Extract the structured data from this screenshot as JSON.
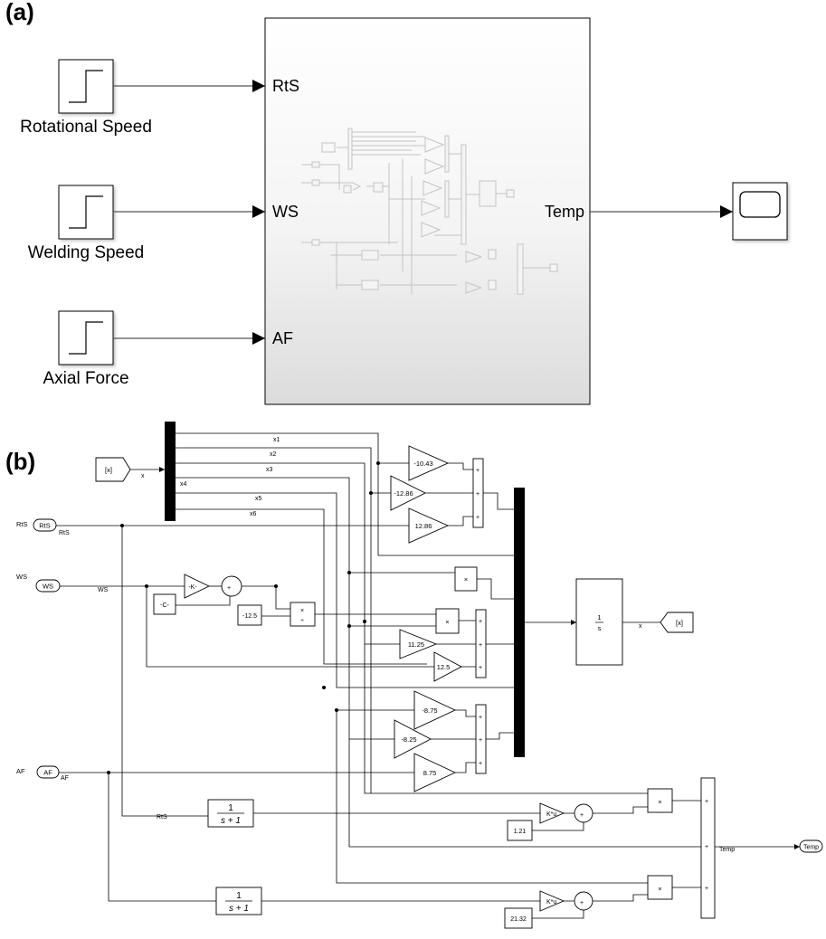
{
  "panels": {
    "a": "(a)",
    "b": "(b)"
  },
  "panel_a": {
    "inputs": [
      "Rotational Speed",
      "Welding Speed",
      "Axial Force"
    ],
    "subsystem_ports": [
      "RtS",
      "WS",
      "AF"
    ],
    "subsystem_output": "Temp"
  },
  "panel_b": {
    "goto_x": "[x]",
    "from_x": "[x]",
    "sig_x": "x",
    "mux_labels": [
      "x1",
      "x2",
      "x3",
      "x4",
      "x5",
      "x6"
    ],
    "in_ports": [
      {
        "name": "RtS",
        "tag": "RtS",
        "sig": "RtS"
      },
      {
        "name": "WS",
        "tag": "WS",
        "sig": "WS"
      },
      {
        "name": "AF",
        "tag": "AF",
        "sig": "AF"
      }
    ],
    "gains": [
      "-10.43",
      "-12.86",
      "12.86",
      "11.25",
      "12.5",
      "-8.75",
      "-8.25",
      "8.75"
    ],
    "gain_k": "-K-",
    "const_c": "-C-",
    "const_neg12_5": "-12.5",
    "product": "×",
    "divide_ops": [
      "×",
      "÷"
    ],
    "sum_signs": [
      "+",
      "+",
      "+"
    ],
    "integrator_num": "1",
    "integrator_den": "s",
    "tf_num": "1",
    "tf_den": "s + 1",
    "ku": "K*u",
    "const_1_21": "1.21",
    "const_21_32": "21.32",
    "tf_sig_rts": "RtS",
    "out_sig": "Temp",
    "out_port": "Temp"
  }
}
